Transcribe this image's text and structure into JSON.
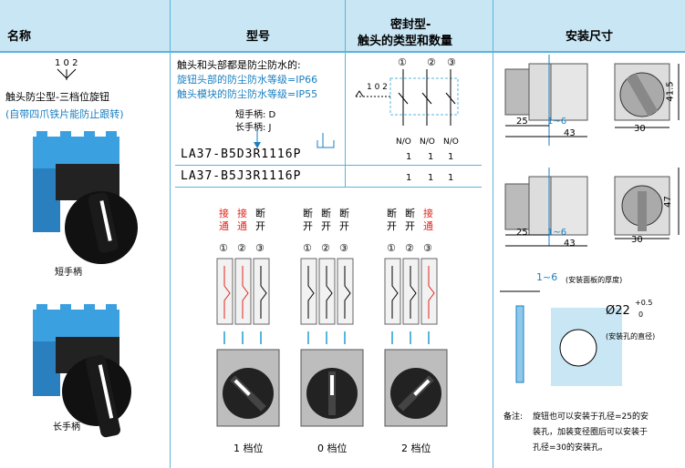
{
  "header": {
    "col_name": "名称",
    "col_model": "型号",
    "col_seal_line1": "密封型-",
    "col_seal_line2": "触头的类型和数量",
    "col_dims": "安装尺寸"
  },
  "product": {
    "positions_label": "1 0 2",
    "title": "触头防尘型-三档位旋钮",
    "subtitle": "(自带四爪铁片能防止跟转)",
    "short_handle": "短手柄",
    "long_handle": "长手柄"
  },
  "model": {
    "note_title": "触头和头部都是防尘防水的:",
    "note_line1": "旋钮头部的防尘防水等级=IP66",
    "note_line2": "触头模块的防尘防水等级=IP55",
    "short_label": "短手柄: D",
    "long_label": "长手柄: J",
    "rows": [
      {
        "code": "LA37-B5D3R1116P",
        "c1": "1",
        "c2": "1",
        "c3": "1"
      },
      {
        "code": "LA37-B5J3R1116P",
        "c1": "1",
        "c2": "1",
        "c3": "1"
      }
    ],
    "contact_nums": [
      "①",
      "②",
      "③"
    ],
    "contact_types": [
      "N/O",
      "N/O",
      "N/O"
    ],
    "switch_positions": "1 0 2"
  },
  "positions": [
    {
      "labels": [
        [
          "接",
          "通"
        ],
        [
          "接",
          "通"
        ],
        [
          "断",
          "开"
        ]
      ],
      "colors": [
        "red",
        "red",
        "black"
      ],
      "caption": "1 档位"
    },
    {
      "labels": [
        [
          "断",
          "开"
        ],
        [
          "断",
          "开"
        ],
        [
          "断",
          "开"
        ]
      ],
      "colors": [
        "black",
        "black",
        "black"
      ],
      "caption": "0 档位"
    },
    {
      "labels": [
        [
          "断",
          "开"
        ],
        [
          "断",
          "开"
        ],
        [
          "接",
          "通"
        ]
      ],
      "colors": [
        "black",
        "black",
        "red"
      ],
      "caption": "2 档位"
    }
  ],
  "dims": {
    "d25": "25",
    "d1_6": "1~6",
    "d43": "43",
    "d30": "30",
    "d41_5": "41.5",
    "d47": "47",
    "panel_thickness_val": "1~6",
    "panel_thickness_note": "(安装面板的厚度)",
    "hole_dia": "Ø22",
    "tol_plus": "+0.5",
    "tol_zero": "0",
    "hole_note": "(安装孔的直径)"
  },
  "remark": {
    "label": "备注:",
    "text1": "旋钮也可以安装于孔径=25的安",
    "text2": "装孔，加装变径圈后可以安装于",
    "text3": "孔径=30的安装孔。"
  },
  "colors": {
    "header_bg": "#c9e6f4",
    "accent": "#5ab4dc",
    "red": "#e0261c",
    "blue": "#1a7fc1"
  }
}
